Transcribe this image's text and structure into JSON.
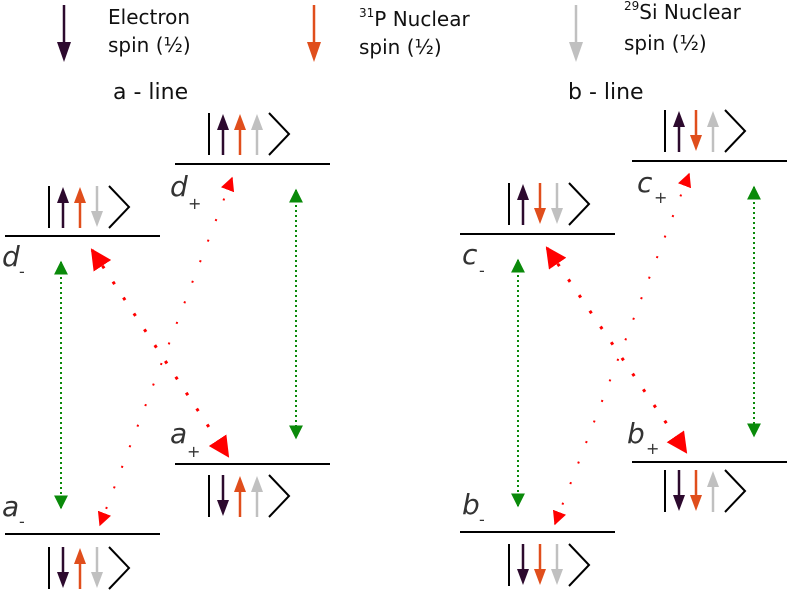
{
  "legend": [
    {
      "label_line1": "Electron",
      "label_line2": "spin (½)",
      "superscript": "",
      "color": "#2d0a2e",
      "icon": "down-arrow-icon"
    },
    {
      "label_line1": "P Nuclear",
      "label_line2": "spin  (½)",
      "superscript": "31",
      "color": "#e04e1c",
      "icon": "down-arrow-icon"
    },
    {
      "label_line1": "Si Nuclear",
      "label_line2": "spin  (½)",
      "superscript": "29",
      "color": "#c0c0c0",
      "icon": "down-arrow-icon"
    }
  ],
  "panels": [
    {
      "title": "a - line",
      "levels": [
        {
          "letter": "d",
          "sub": "-",
          "spins": [
            "up",
            "up",
            "down"
          ]
        },
        {
          "letter": "d",
          "sub": "+",
          "spins": [
            "up",
            "up",
            "up"
          ]
        },
        {
          "letter": "a",
          "sub": "+",
          "spins": [
            "down",
            "up",
            "up"
          ]
        },
        {
          "letter": "a",
          "sub": "-",
          "spins": [
            "down",
            "up",
            "down"
          ]
        }
      ]
    },
    {
      "title": "b - line",
      "levels": [
        {
          "letter": "c",
          "sub": "-",
          "spins": [
            "up",
            "down",
            "down"
          ]
        },
        {
          "letter": "c",
          "sub": "+",
          "spins": [
            "up",
            "down",
            "up"
          ]
        },
        {
          "letter": "b",
          "sub": "+",
          "spins": [
            "down",
            "down",
            "up"
          ]
        },
        {
          "letter": "b",
          "sub": "-",
          "spins": [
            "down",
            "down",
            "down"
          ]
        }
      ]
    }
  ],
  "colors": {
    "electron": "#2d0a2e",
    "p_nuclear": "#e04e1c",
    "si_nuclear": "#c0c0c0",
    "transition_green": "#0a8a0a",
    "transition_red": "#ff0000",
    "level_line": "#000000"
  }
}
